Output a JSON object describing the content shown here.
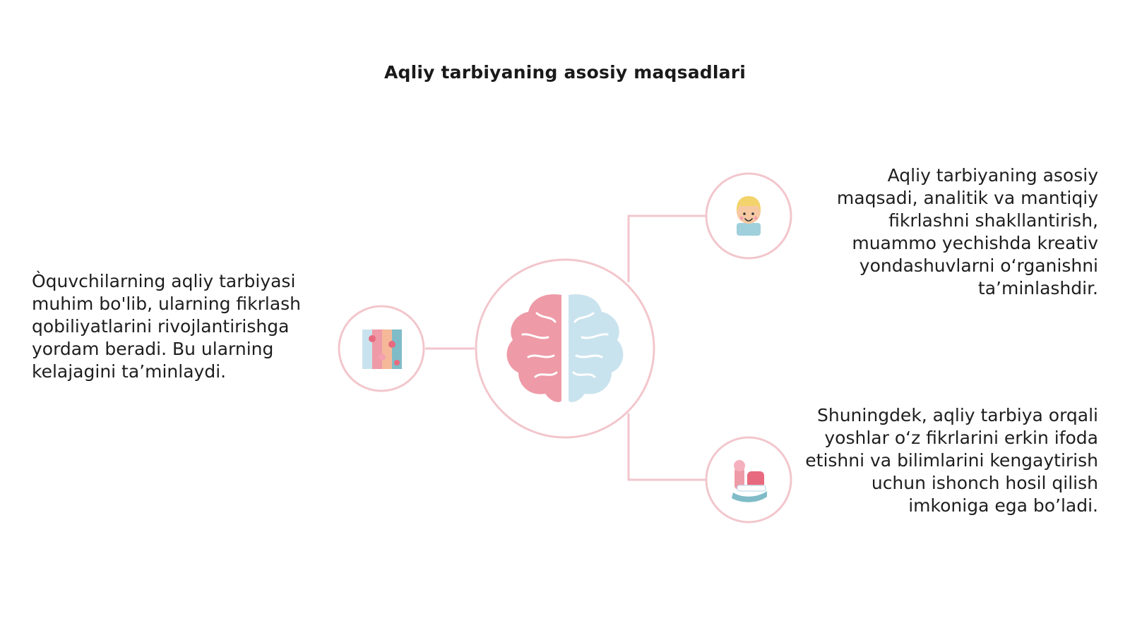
{
  "title": "Aqliy tarbiyaning asosiy maqsadlari",
  "colors": {
    "accent_line": "#f2c6cc",
    "brain_pink": "#ee9aa7",
    "brain_blue": "#c9e3ee",
    "text": "#1e1e1e"
  },
  "nodes": {
    "center": {
      "icon": "brain-icon"
    },
    "left": {
      "icon": "puzzle-icon",
      "text": "Òquvchilarning aqliy tarbiyasi muhim bo'lib, ularning fikrlash qobiliyatlarini rivojlantirishga yordam beradi. Bu ularning kelajagini ta’minlaydi."
    },
    "right_top": {
      "icon": "child-face-icon",
      "text": "Aqliy tarbiyaning asosiy maqsadi, analitik va mantiqiy fikrlashni shakllantirish, muammo yechishda kreativ yondashuvlarni o‘rganishni ta’minlashdir."
    },
    "right_bottom": {
      "icon": "rocking-horse-icon",
      "text": "Shuningdek, aqliy tarbiya orqali yoshlar o‘z fikrlarini erkin ifoda etishni va bilimlarini kengaytirish uchun ishonch hosil qilish imkoniga ega bo’ladi."
    }
  }
}
